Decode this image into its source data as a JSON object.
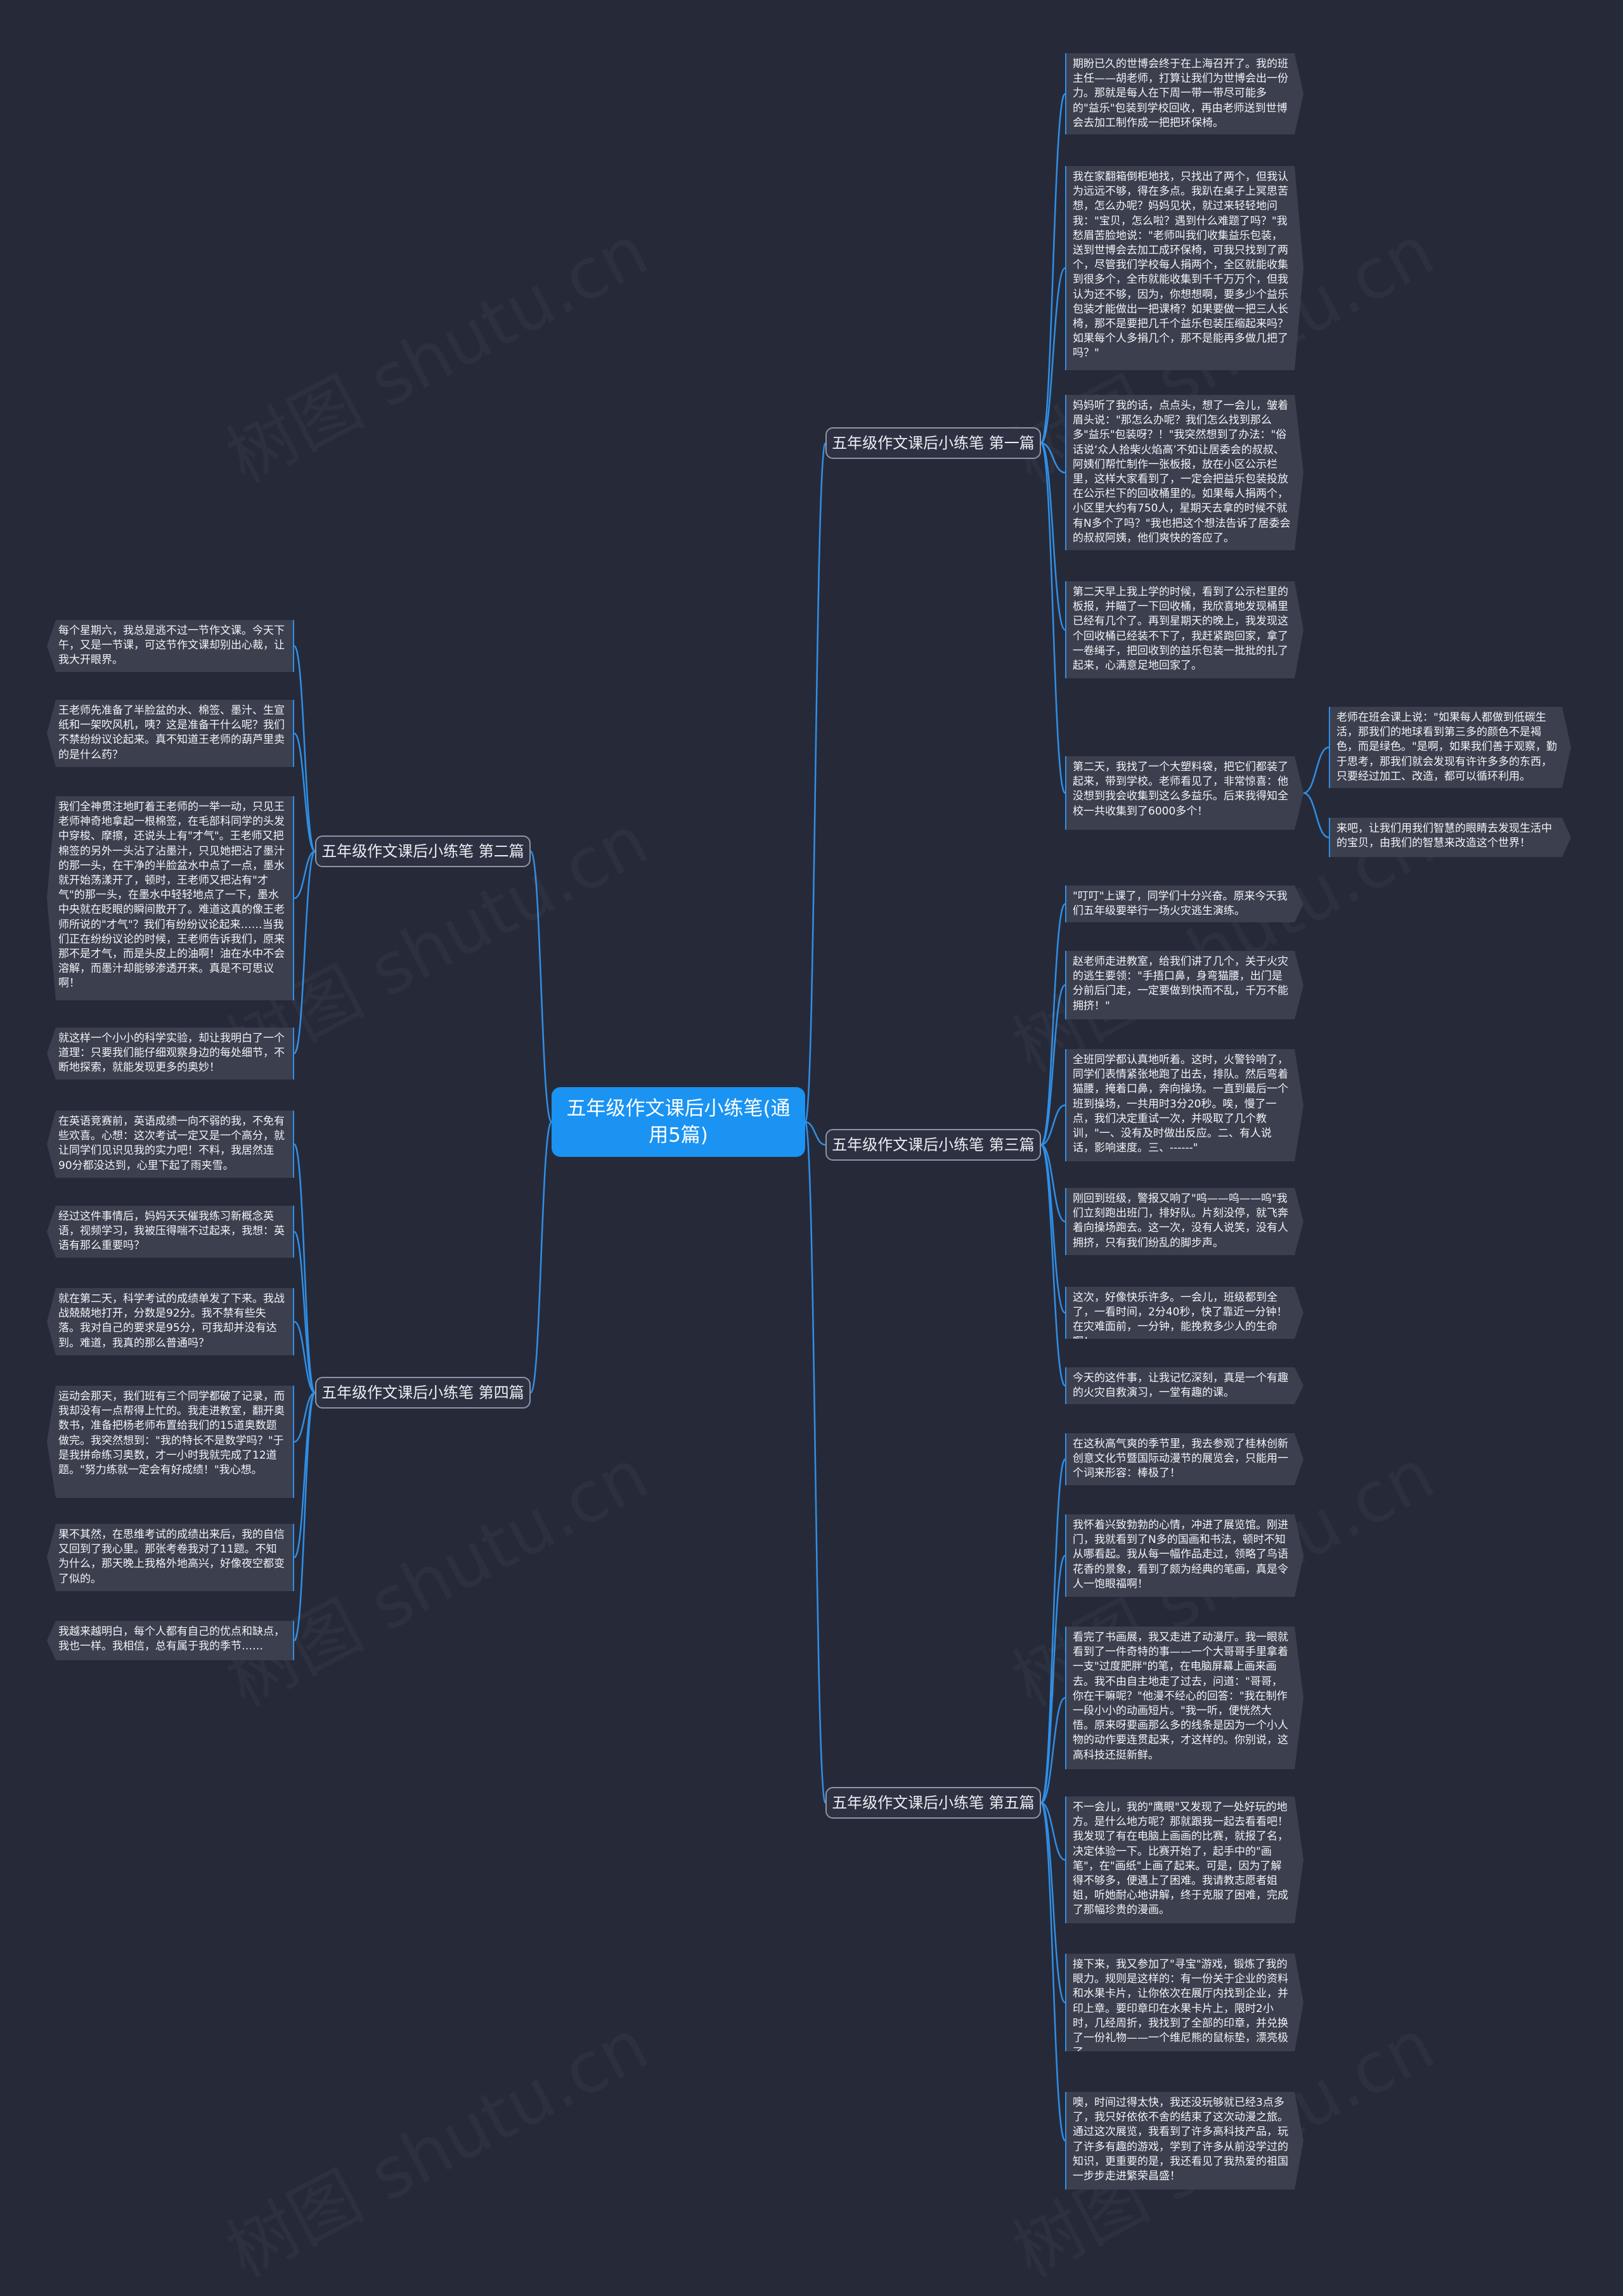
{
  "root": "五年级作文课后小练笔(通用5篇)",
  "branches": {
    "b1": "五年级作文课后小练笔 第一篇",
    "b2": "五年级作文课后小练笔 第二篇",
    "b3": "五年级作文课后小练笔 第三篇",
    "b4": "五年级作文课后小练笔 第四篇",
    "b5": "五年级作文课后小练笔 第五篇"
  },
  "leaves": {
    "b1": [
      "期盼已久的世博会终于在上海召开了。我的班主任——胡老师，打算让我们为世博会出一份力。那就是每人在下周一带一带尽可能多的\"益乐\"包装到学校回收，再由老师送到世博会去加工制作成一把把环保椅。",
      "我在家翻箱倒柜地找，只找出了两个，但我认为远远不够，得在多点。我趴在桌子上冥思苦想，怎么办呢？妈妈见状，就过来轻轻地问我：\"宝贝，怎么啦？遇到什么难题了吗？\"我愁眉苦脸地说：\"老师叫我们收集益乐包装，送到世博会去加工成环保椅，可我只找到了两个，尽管我们学校每人捐两个，全区就能收集到很多个，全市就能收集到千千万万个，但我认为还不够，因为，你想想啊，要多少个益乐包装才能做出一把课椅？如果要做一把三人长椅，那不是要把几千个益乐包装压缩起来吗？如果每个人多捐几个，那不是能再多做几把了吗？\"",
      "妈妈听了我的话，点点头，想了一会儿，皱着眉头说：\"那怎么办呢？我们怎么找到那么多\"益乐\"包装呀？！\"我突然想到了办法：\"俗话说‘众人拾柴火焰高’不如让居委会的叔叔、阿姨们帮忙制作一张板报，放在小区公示栏里，这样大家看到了，一定会把益乐包装投放在公示栏下的回收桶里的。如果每人捐两个，小区里大约有750人，星期天去拿的时候不就有N多个了吗？\"我也把这个想法告诉了居委会的叔叔阿姨，他们爽快的答应了。",
      "第二天早上我上学的时候，看到了公示栏里的板报，并瞄了一下回收桶，我欣喜地发现桶里已经有几个了。再到星期天的晚上，我发现这个回收桶已经装不下了，我赶紧跑回家，拿了一卷绳子，把回收到的益乐包装一批批的扎了起来，心满意足地回家了。",
      "第二天，我找了一个大塑料袋，把它们都装了起来，带到学校。老师看见了，非常惊喜：他没想到我会收集到这么多益乐。后来我得知全校一共收集到了6000多个！"
    ],
    "b1sub": [
      "老师在班会课上说：\"如果每人都做到低碳生活，那我们的地球看到第三多的颜色不是褐色，而是绿色。\"是啊，如果我们善于观察，勤于思考，那我们就会发现有许许多多的东西，只要经过加工、改造，都可以循环利用。",
      "来吧，让我们用我们智慧的眼睛去发现生活中的宝贝，由我们的智慧来改造这个世界！"
    ],
    "b2": [
      "每个星期六，我总是逃不过一节作文课。今天下午，又是一节课，可这节作文课却别出心裁，让我大开眼界。",
      "王老师先准备了半脸盆的水、棉签、墨汁、生宣纸和一架吹风机，咦？这是准备干什么呢？我们不禁纷纷议论起来。真不知道王老师的葫芦里卖的是什么药？",
      "我们全神贯注地盯着王老师的一举一动，只见王老师神奇地拿起一根棉签，在毛部科同学的头发中穿梭、摩擦，还说头上有\"才气\"。王老师又把棉签的另外一头沾了沾墨汁，只见她把沾了墨汁的那一头，在干净的半脸盆水中点了一点，墨水就开始荡漾开了，顿时，王老师又把沾有\"才气\"的那一头，在墨水中轻轻地点了一下，墨水中央就在眨眼的瞬间散开了。难道这真的像王老师所说的\"才气\"？我们有纷纷议论起来……当我们正在纷纷议论的时候，王老师告诉我们，原来那不是才气，而是头皮上的油啊！油在水中不会溶解，而墨汁却能够渗透开来。真是不可思议啊！",
      "就这样一个小小的科学实验，却让我明白了一个道理：只要我们能仔细观察身边的每处细节，不断地探索，就能发现更多的奥妙！"
    ],
    "b3": [
      "\"叮叮\"上课了，同学们十分兴奋。原来今天我们五年级要举行一场火灾逃生演练。",
      "赵老师走进教室，给我们讲了几个，关于火灾的逃生要领：\"手捂口鼻，身弯猫腰，出门是分前后门走，一定要做到快而不乱，千万不能拥挤！\"",
      "全班同学都认真地听着。这时，火警铃响了，同学们表情紧张地跑了出去，排队。然后弯着猫腰，掩着口鼻，奔向操场。一直到最后一个班到操场，一共用时3分20秒。唉，慢了一点，我们决定重试一次，并吸取了几个教训，\"一、没有及时做出反应。二、有人说话，影响速度。三、------\"",
      "刚回到班级，警报又响了\"呜——呜——呜\"我们立刻跑出班门，排好队。片刻没停，就飞奔着向操场跑去。这一次，没有人说笑，没有人拥挤，只有我们纷乱的脚步声。",
      "这次，好像快乐许多。一会儿，班级都到全了，一看时间，2分40秒，快了靠近一分钟！在灾难面前，一分钟，能挽救多少人的生命啊！",
      "今天的这件事，让我记忆深刻，真是一个有趣的火灾自救演习，一堂有趣的课。"
    ],
    "b4": [
      "在英语竞赛前，英语成绩一向不弱的我，不免有些欢喜。心想：这次考试一定又是一个高分，就让同学们见识见我的实力吧！不料，我居然连90分都没达到，心里下起了雨夹雪。",
      "经过这件事情后，妈妈天天催我练习新概念英语，视频学习，我被压得喘不过起来，我想：英语有那么重要吗？",
      "就在第二天，科学考试的成绩单发了下来。我战战兢兢地打开，分数是92分。我不禁有些失落。我对自己的要求是95分，可我却并没有达到。难道，我真的那么普通吗？",
      "运动会那天，我们班有三个同学都破了记录，而我却没有一点帮得上忙的。我走进教室，翻开奥数书，准备把杨老师布置给我们的15道奥数题做完。我突然想到：\"我的特长不是数学吗？\"于是我拼命练习奥数，才一小时我就完成了12道题。\"努力练就一定会有好成绩！\"我心想。",
      "果不其然，在思维考试的成绩出来后，我的自信又回到了我心里。那张考卷我对了11题。不知为什么，那天晚上我格外地高兴，好像夜空都变了似的。",
      "我越来越明白，每个人都有自己的优点和缺点，我也一样。我相信，总有属于我的季节……"
    ],
    "b5": [
      "在这秋高气爽的季节里，我去参观了桂林创新创意文化节暨国际动漫节的展览会，只能用一个词来形容：棒极了！",
      "我怀着兴致勃勃的心情，冲进了展览馆。刚进门，我就看到了N多的国画和书法，顿时不知从哪看起。我从每一幅作品走过，领略了鸟语花香的景象，看到了颇为经典的笔画，真是令人一饱眼福啊！",
      "看完了书画展，我又走进了动漫厅。我一眼就看到了一件奇特的事——一个大哥哥手里拿着一支\"过度肥胖\"的笔，在电脑屏幕上画来画去。我不由自主地走了过去，问道：\"哥哥，你在干嘛呢？\"他漫不经心的回答：\"我在制作一段小小的动画短片。\"我一听，便恍然大悟。原来呀要画那么多的线条是因为一个小人物的动作要连贯起来，才这样的。你别说，这高科技还挺新鲜。",
      "不一会儿，我的\"鹰眼\"又发现了一处好玩的地方。是什么地方呢？那就跟我一起去看看吧！我发现了有在电脑上画画的比赛，就报了名，决定体验一下。比赛开始了，起手中的\"画笔\"，在\"画纸\"上画了起来。可是，因为了解得不够多，便遇上了困难。我请教志愿者姐姐，听她耐心地讲解，终于克服了困难，完成了那幅珍贵的漫画。",
      "接下来，我又参加了\"寻宝\"游戏，锻炼了我的眼力。规则是这样的：有一份关于企业的资料和水果卡片，让你依次在展厅内找到企业，并印上章。要印章印在水果卡片上，限时2小时，几经周折，我找到了全部的印章，并兑换了一份礼物——一个维尼熊的鼠标垫，漂亮极了……",
      "噢，时间过得太快，我还没玩够就已经3点多了，我只好依依不舍的结束了这次动漫之旅。通过这次展览，我看到了许多高科技产品，玩了许多有趣的游戏，学到了许多从前没学过的知识，更重要的是，我还看见了我热爱的祖国一步步走进繁荣昌盛！"
    ]
  }
}
